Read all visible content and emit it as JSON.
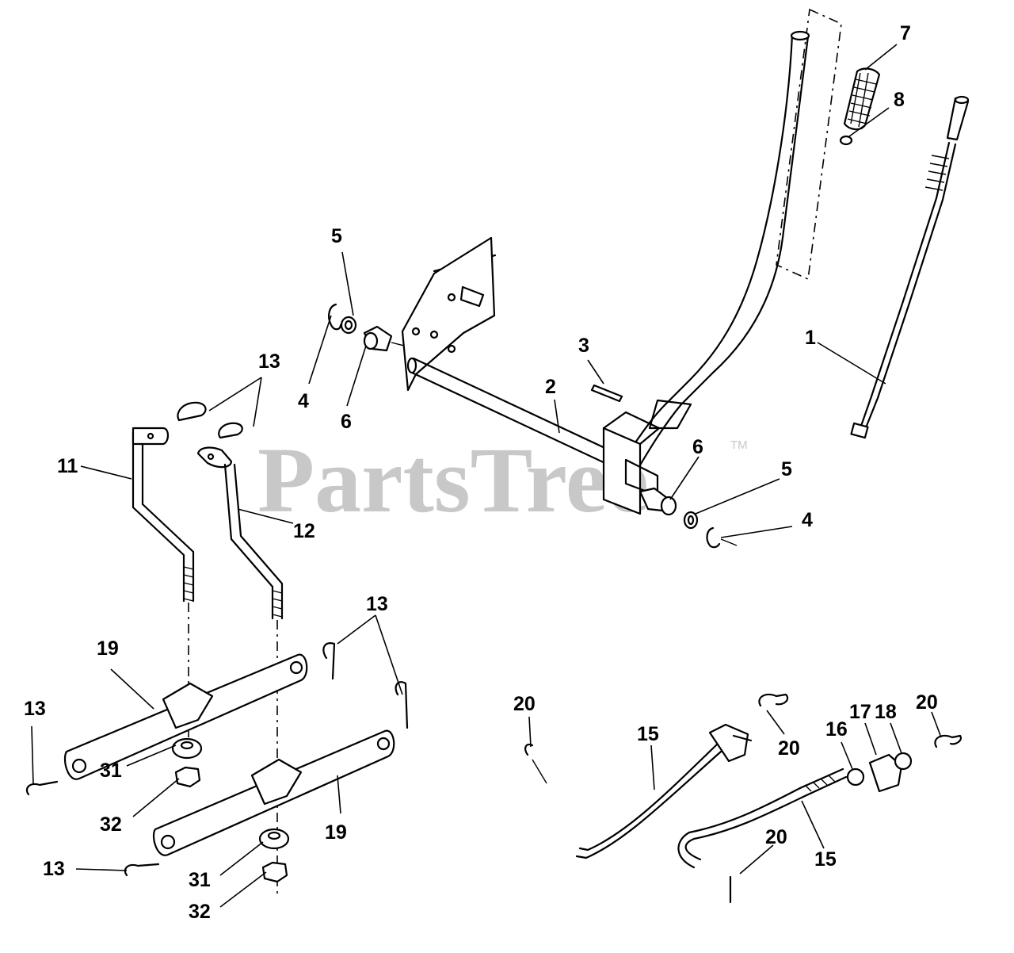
{
  "watermark": {
    "text": "PartsTree",
    "trademark": "TM"
  },
  "callouts": {
    "c1": "1",
    "c2": "2",
    "c3": "3",
    "c4a": "4",
    "c4b": "4",
    "c5a": "5",
    "c5b": "5",
    "c6a": "6",
    "c6b": "6",
    "c7": "7",
    "c8": "8",
    "c11": "11",
    "c12": "12",
    "c13a": "13",
    "c13b": "13",
    "c13c": "13",
    "c13d": "13",
    "c15a": "15",
    "c15b": "15",
    "c16": "16",
    "c17": "17",
    "c18": "18",
    "c19a": "19",
    "c19b": "19",
    "c20a": "20",
    "c20b": "20",
    "c20c": "20",
    "c20d": "20",
    "c31a": "31",
    "c31b": "31",
    "c32a": "32",
    "c32b": "32"
  }
}
